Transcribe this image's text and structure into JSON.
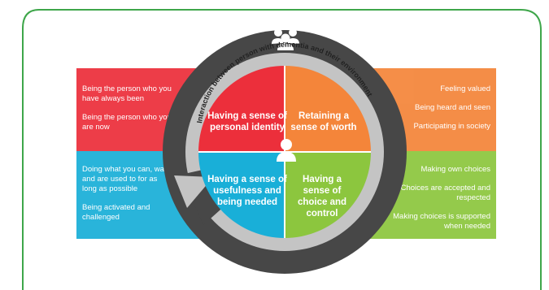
{
  "center_ring_label": "Interaction between person with dementia and their environment",
  "quadrants": {
    "top_left": "Having a sense of personal identity",
    "top_right": "Retaining a sense of worth",
    "bottom_left": "Having a sense of usefulness and being needed",
    "bottom_right": "Having a sense of choice and control"
  },
  "panels": {
    "top_left": [
      "Being the person who you have always been",
      "Being the person who you are now"
    ],
    "top_right": [
      "Feeling valued",
      "Being heard and seen",
      "Participating in society"
    ],
    "bottom_left": [
      "Doing what you can, want, and are used to for as long as possible",
      "Being activated and challenged"
    ],
    "bottom_right": [
      "Making own choices",
      "Choices are accepted and respected",
      "Making choices is supported when needed"
    ]
  },
  "colors": {
    "red": "#ec2f3b",
    "orange": "#f4853a",
    "blue": "#19afd8",
    "green": "#8cc63e",
    "ring": "#474747",
    "arrow": "#bfbfbf",
    "frame": "#3ea64a"
  },
  "icons": [
    "group-people-icon",
    "person-icon"
  ]
}
